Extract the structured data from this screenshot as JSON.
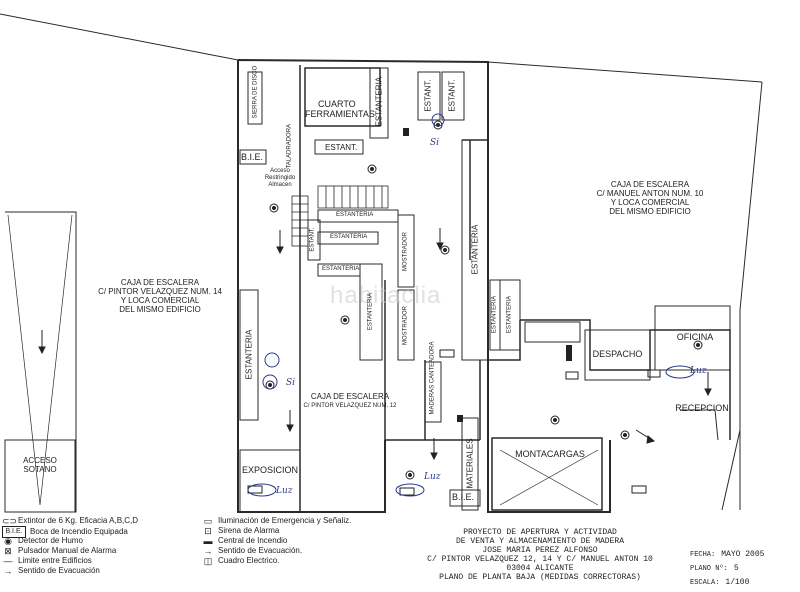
{
  "labels": {
    "bie_top": "B.I.E.",
    "bie_bottom": "B.I.E.",
    "cuarto_1": "CUARTO",
    "cuarto_2": "FERRAMIENTAS",
    "estanteria_vert_top": "ESTANTERIA",
    "estant_top": "ESTANT.",
    "estant_a": "ESTANT.",
    "estant_b": "ESTANT.",
    "sierra": "SIERRA DE DISCO",
    "taladro": "TALADRADORA",
    "acceso_rest": "Acceso Restringido Almacen",
    "estanteria_h1": "ESTANTERIA",
    "estanteria_h2": "ESTANTERIA",
    "estanteria_h3": "ESTANTERIA",
    "estant_small": "ESTANT.",
    "mostrador_1": "MOSTRADOR",
    "mostrador_2": "MOSTRADOR",
    "estanteria_mid": "ESTANTERIA",
    "estanteria_right": "ESTANTERIA",
    "estanteria_right2": "ESTANTERIA",
    "estanteria_small": "ESTANTERIA",
    "estanteria_left": "ESTANTERIA",
    "caja_right_1": "CAJA DE ESCALERA",
    "caja_right_2": "C/ MANUEL ANTON NUM. 10",
    "caja_right_3": "Y LOCA COMERCIAL",
    "caja_right_4": "DEL MISMO EDIFICIO",
    "caja_left_1": "CAJA DE ESCALERA",
    "caja_left_2": "C/ PINTOR VELAZQUEZ NUM. 14",
    "caja_left_3": "Y LOCA COMERCIAL",
    "caja_left_4": "DEL MISMO EDIFICIO",
    "caja_center_1": "CAJA DE ESCALERA",
    "caja_center_2": "C/ PINTOR VELAZQUEZ NUM. 12",
    "maderas": "MADERAS CANTEADORA",
    "materiales": "MATERIALES",
    "montacargas": "MONTACARGAS",
    "despacho": "DESPACHO",
    "oficina": "OFICINA",
    "recepcion": "RECEPCION",
    "exposicion": "EXPOSICION",
    "acceso_1": "ACCESO",
    "acceso_2": "SOTANO",
    "watermark": "habitaclia"
  },
  "handwritten": {
    "si_1": "Si",
    "si_2": "Si",
    "luz_1": "Luz",
    "luz_2": "Luz",
    "luz_3": "Luz"
  },
  "legend": [
    {
      "icon": "extinguisher-icon",
      "glyph": "⊂⊃",
      "text": "Extintor de 6 Kg. Eficacia A,B,C,D"
    },
    {
      "icon": "bie-icon",
      "glyph": "B.I.E.",
      "text": "Boca de Incendio Equipada"
    },
    {
      "icon": "smoke-detector-icon",
      "glyph": "◉",
      "text": "Detector de Humo"
    },
    {
      "icon": "alarm-button-icon",
      "glyph": "⊠",
      "text": "Pulsador Manual de Alarma"
    },
    {
      "icon": "boundary-line-icon",
      "glyph": "—",
      "text": "Limite entre Edificios"
    },
    {
      "icon": "evacuation-arrow-icon",
      "glyph": "→",
      "text": "Sentido de Evacuación"
    },
    {
      "icon": "emergency-light-icon",
      "glyph": "▭",
      "text": "Iluminación de Emergencia y Señaliz."
    },
    {
      "icon": "siren-icon",
      "glyph": "⊡",
      "text": "Sirena de Alarma"
    },
    {
      "icon": "fire-panel-icon",
      "glyph": "▬",
      "text": "Central de Incendio"
    },
    {
      "icon": "evacuation-direction-icon",
      "glyph": "→",
      "text": "Sentido de Evacuación."
    },
    {
      "icon": "electric-panel-icon",
      "glyph": "◫",
      "text": "Cuadro Electrico."
    }
  ],
  "title_block": {
    "line1": "PROYECTO DE APERTURA Y ACTIVIDAD",
    "line2": "DE VENTA Y ALMACENAMIENTO DE MADERA",
    "line3": "JOSE MARIA PEREZ ALFONSO",
    "line4": "C/ PINTOR VELAZQUEZ 12, 14 Y C/ MANUEL ANTON 10",
    "line5": "03004 ALICANTE",
    "line6": "PLANO DE PLANTA BAJA (MEDIDAS CORRECTORAS)"
  },
  "meta": {
    "fecha_label": "FECHA:",
    "fecha_value": "MAYO 2005",
    "plano_label": "PLANO Nº:",
    "plano_value": "5",
    "escala_label": "ESCALA:",
    "escala_value": "1/100"
  }
}
